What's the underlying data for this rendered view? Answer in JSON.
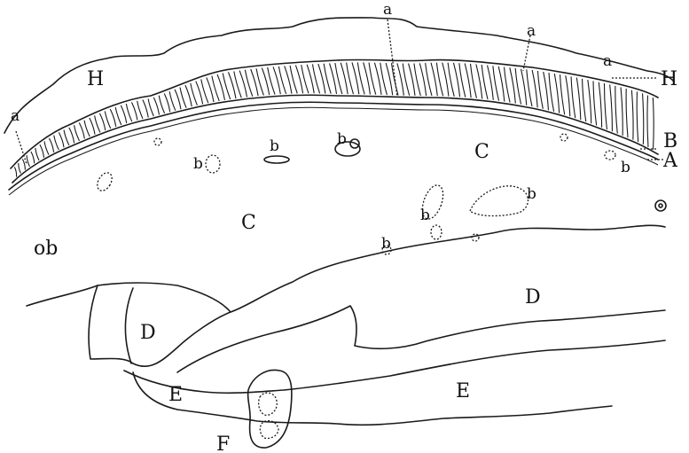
{
  "figure": {
    "labels": {
      "H_left": "H",
      "H_right": "H",
      "A": "A",
      "B": "B",
      "C_right": "C",
      "C_left": "C",
      "D_left": "D",
      "D_right": "D",
      "E_left": "E",
      "E_right": "E",
      "F": "F",
      "a_1": "a",
      "a_2": "a",
      "a_3": "a",
      "a_4": "a",
      "b_1": "b",
      "b_2": "b",
      "b_3": "b",
      "b_4": "b",
      "b_5": "b",
      "b_6": "b",
      "b_7": "b",
      "ob": "ob"
    }
  }
}
